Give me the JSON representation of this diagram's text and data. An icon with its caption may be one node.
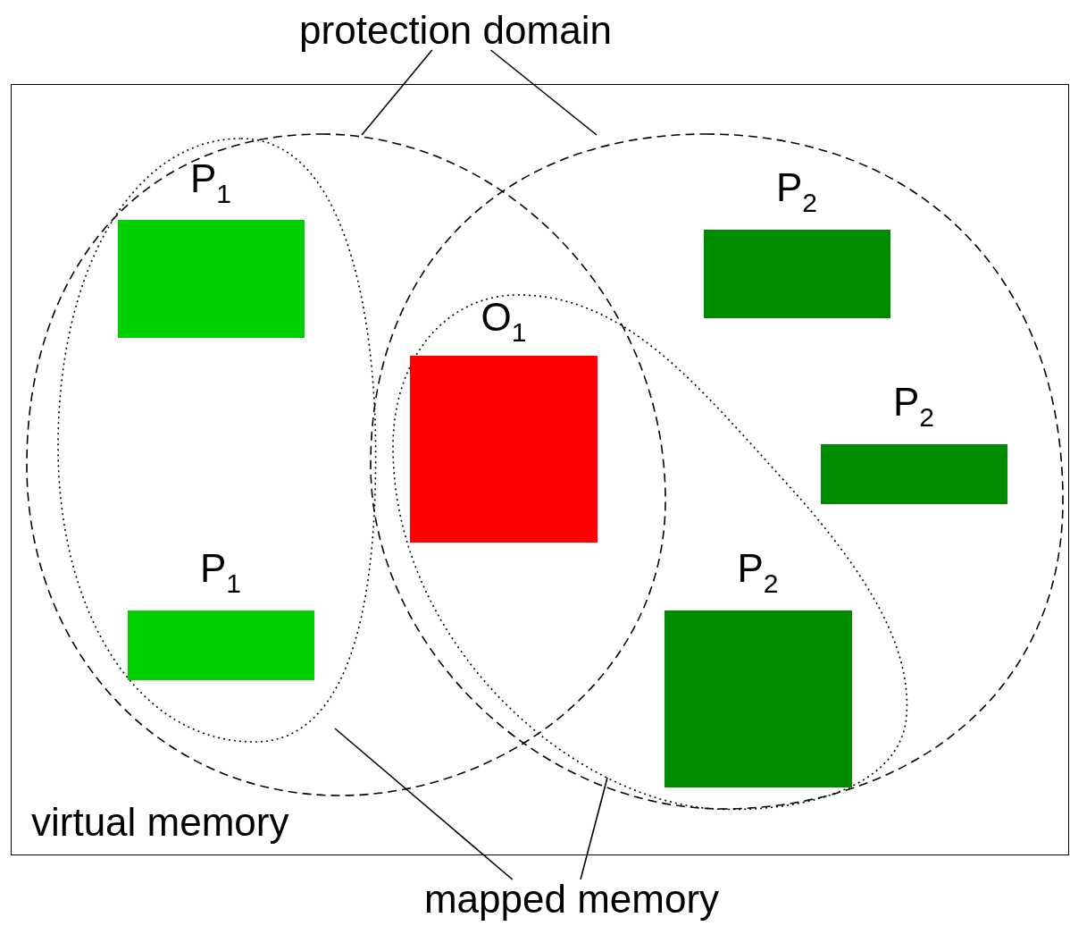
{
  "diagram": {
    "nodes": [
      {
        "text": [
          "virtual memory"
        ]
      },
      {
        "text": [
          "protection domain"
        ]
      },
      {
        "text": [
          "mapped memory"
        ]
      },
      {
        "text": [],
        "shape": "ellipse",
        "in": 0
      },
      {
        "text": [],
        "shape": "ellipse",
        "in": 0
      },
      {
        "text": [],
        "shape": "ellipse",
        "in": 3
      },
      {
        "text": [],
        "shape": "ellipse",
        "in": 4
      },
      {
        "text": [
          "P$_{1}$"
        ],
        "in": 5
      },
      {
        "text": [
          "P$_{2}$"
        ],
        "in": 4
      },
      {
        "text": [
          "O$_{1}$"
        ]
      },
      {
        "text": [
          "P$_{2}$"
        ],
        "in": 4
      },
      {
        "text": [
          "P$_{1}$"
        ],
        "in": 5
      },
      {
        "text": [
          "P$_{2}$"
        ],
        "in": 6
      }
    ],
    "edges": [
      {
        "from": 1,
        "to": 3,
        "arrow": "none"
      },
      {
        "from": 1,
        "to": 4,
        "arrow": "none"
      },
      {
        "from": 2,
        "to": 5,
        "arrow": "none"
      },
      {
        "from": 2,
        "to": 6,
        "arrow": "none"
      }
    ]
  }
}
